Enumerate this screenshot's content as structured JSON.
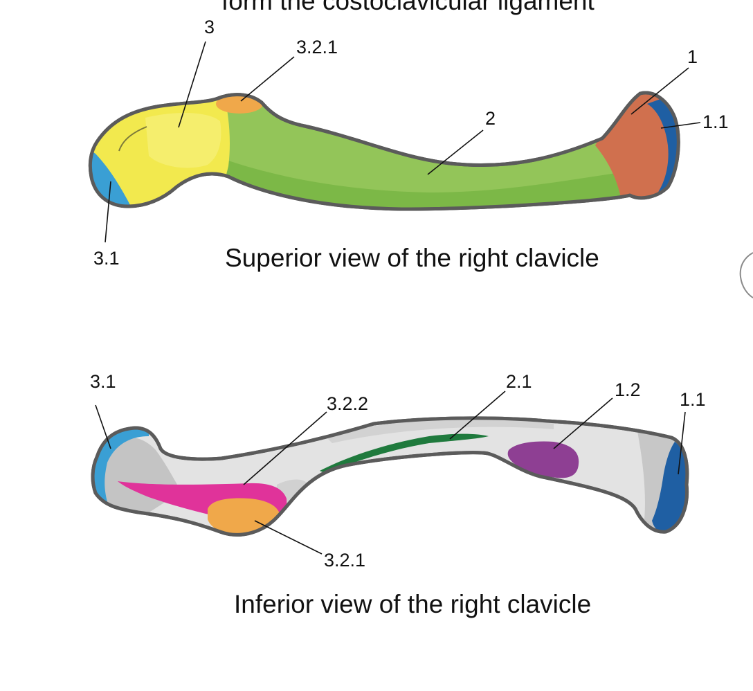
{
  "header": {
    "cut_text": "form the costoclavicular ligament"
  },
  "superior": {
    "caption": "Superior view of the right clavicle",
    "labels": {
      "l3": "3",
      "l321": "3.2.1",
      "l1": "1",
      "l2": "2",
      "l11": "1.1",
      "l31": "3.1"
    }
  },
  "inferior": {
    "caption": "Inferior view of the right clavicle",
    "labels": {
      "l31": "3.1",
      "l322": "3.2.2",
      "l21": "2.1",
      "l12": "1.2",
      "l11": "1.1",
      "l321": "3.2.1"
    }
  },
  "colors": {
    "yellow": "#f2e94e",
    "green": "#93c559",
    "terracotta": "#d0704e",
    "blue_light": "#3a9fd4",
    "blue_dark": "#1f5fa3",
    "orange": "#f0a84a",
    "magenta": "#e0339a",
    "dark_green": "#1f7a3d",
    "purple": "#8e3f93",
    "grey_bone": "#e3e3e3",
    "grey_shade": "#bdbdbd",
    "outline": "#5b5b5b"
  }
}
